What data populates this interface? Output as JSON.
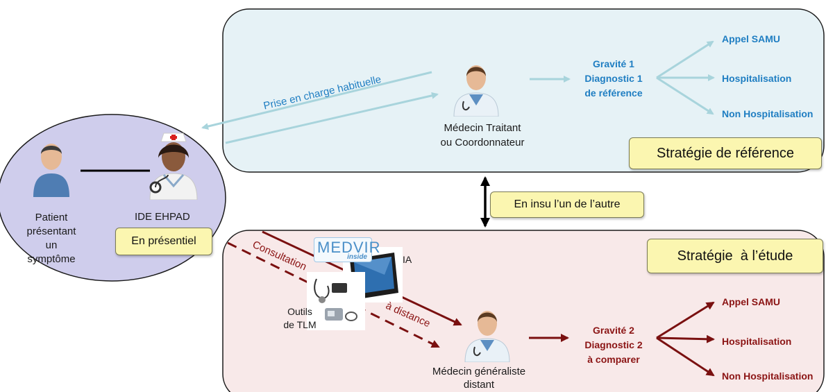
{
  "patient": {
    "label_lines": [
      "Patient",
      "présentant",
      "un",
      "symptôme"
    ]
  },
  "nurse": {
    "label": "IDE EHPAD"
  },
  "badges": {
    "presentiel": "En présentiel",
    "reference": "Stratégie de référence",
    "etude": "Stratégie  à l’étude",
    "insu": "En insu l’un de l’autre"
  },
  "reference_path": {
    "arrow_label": "Prise en charge habituelle",
    "doctor_lines": [
      "Médecin Traitant",
      "ou Coordonnateur"
    ],
    "result_lines": [
      "Gravité 1",
      "Diagnostic 1",
      "de référence"
    ],
    "outcomes": [
      "Appel SAMU",
      "Hospitalisation",
      "Non Hospitalisation"
    ]
  },
  "study_path": {
    "arrow_label_1": "Consultation",
    "arrow_label_2": "à distance",
    "medvir_logo": "MEDVIR",
    "medvir_sub": "inside",
    "ia_label": "IA",
    "tools_lines": [
      "Outils",
      "de TLM"
    ],
    "doctor_lines": [
      "Médecin généraliste",
      "distant"
    ],
    "result_lines": [
      "Gravité 2",
      "Diagnostic 2",
      "à comparer"
    ],
    "outcomes": [
      "Appel SAMU",
      "Hospitalisation",
      "Non Hospitalisation"
    ]
  },
  "colors": {
    "reference_fill": "#e6f2f6",
    "study_fill": "#f8e9e9",
    "patient_fill": "#cfcdec",
    "reference_arrow": "#a8d4dc",
    "study_arrow": "#7a1010",
    "reference_text": "#1f7ec2",
    "study_text": "#8b1414",
    "badge_fill": "#fbf6b0"
  }
}
